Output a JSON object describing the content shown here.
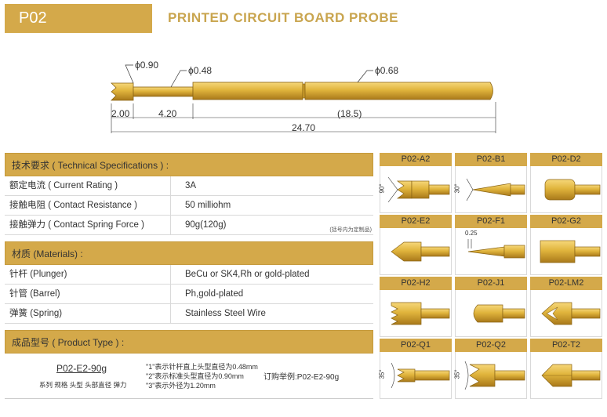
{
  "header": {
    "model": "P02",
    "title": "PRINTED CIRCUIT BOARD  PROBE"
  },
  "diagram": {
    "dims": {
      "d1": "ϕ0.90",
      "d2": "ϕ0.48",
      "d3": "ϕ0.68",
      "l1": "2.00",
      "l2": "4.20",
      "l3": "(18.5)",
      "l4": "24.70"
    },
    "colors": {
      "gold": "#e0b43c",
      "gold_dark": "#b98a1f"
    }
  },
  "spec": {
    "technical_title": "技术要求 ( Technical Specifications ) :",
    "technical_rows": [
      {
        "key": "额定电流 ( Current Rating )",
        "value": "3A"
      },
      {
        "key": "接触电阻 ( Contact Resistance )",
        "value": "50 milliohm"
      },
      {
        "key": "接触弹力 ( Contact Spring Force )",
        "value": "90g(120g)",
        "note": "(括号内为定制品)"
      }
    ],
    "materials_title": "材质 (Materials) :",
    "materials_rows": [
      {
        "key": "针杆 (Plunger)",
        "value": "BeCu or SK4,Rh or gold-plated"
      },
      {
        "key": "针管 (Barrel)",
        "value": "Ph,gold-plated"
      },
      {
        "key": "弹簧 (Spring)",
        "value": "Stainless Steel Wire"
      }
    ],
    "product_title": "成品型号 ( Product Type ) :",
    "product": {
      "code": "P02-E2-90g",
      "parts": "系列 规格 头型 头部直径  弹力",
      "notes": [
        "\"1\"表示针杆直上头型直径为0.48mm",
        "\"2\"表示标准头型直径为0.90mm",
        "\"3\"表示外径为1.20mm"
      ],
      "example": "订购举例:P02-E2-90g"
    }
  },
  "tips": [
    {
      "label": "P02-A2",
      "shape": "four-point-crown",
      "angle": "90°"
    },
    {
      "label": "P02-B1",
      "shape": "cone-point",
      "angle": "30°"
    },
    {
      "label": "P02-D2",
      "shape": "flat"
    },
    {
      "label": "P02-E2",
      "shape": "cone"
    },
    {
      "label": "P02-F1",
      "shape": "needle",
      "size": "0.25"
    },
    {
      "label": "P02-G2",
      "shape": "flat-large"
    },
    {
      "label": "P02-H2",
      "shape": "serrated-crown"
    },
    {
      "label": "P02-J1",
      "shape": "round"
    },
    {
      "label": "P02-LM2",
      "shape": "star-crown"
    },
    {
      "label": "P02-Q1",
      "shape": "crown-small",
      "angle": "35°"
    },
    {
      "label": "P02-Q2",
      "shape": "crown-large",
      "angle": "35°"
    },
    {
      "label": "P02-T2",
      "shape": "chisel"
    }
  ]
}
